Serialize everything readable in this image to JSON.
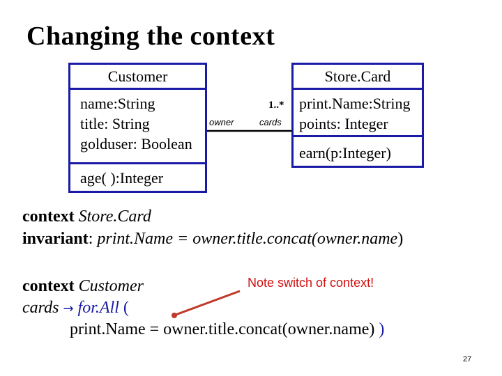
{
  "slide": {
    "title": "Changing the context",
    "page_number": "27"
  },
  "diagram": {
    "customer": {
      "name": "Customer",
      "attributes": [
        "name:String",
        "title: String",
        "golduser: Boolean"
      ],
      "operations": [
        "age( ):Integer"
      ]
    },
    "storecard": {
      "name": "Store.Card",
      "attributes": [
        "print.Name:String",
        "points: Integer"
      ],
      "operations": [
        "earn(p:Integer)"
      ]
    },
    "association": {
      "role_owner": "owner",
      "multiplicity": "1..*",
      "role_cards": "cards"
    },
    "colors": {
      "box_border": "#1a1aa6",
      "note": "#d01010",
      "arrow": "#c0392b"
    }
  },
  "ocl1": {
    "kw_context": "context",
    "context_name": "Store.Card",
    "kw_invariant": "invariant",
    "colon": ":",
    "lhs": "print.Name",
    "equals": "=",
    "rhs_prefix": "owner.title.concat(",
    "rhs_arg": "owner.name",
    "rhs_close": ")"
  },
  "ocl2": {
    "kw_context": "context",
    "context_name": "Customer",
    "cards": "cards",
    "arrow": "→",
    "forall": "for.All",
    "open": "(",
    "body_lhs": "print.Name",
    "body_rest": "= owner.title.concat(owner.name)",
    "close": ")"
  },
  "note": {
    "text": "Note switch of context!"
  }
}
